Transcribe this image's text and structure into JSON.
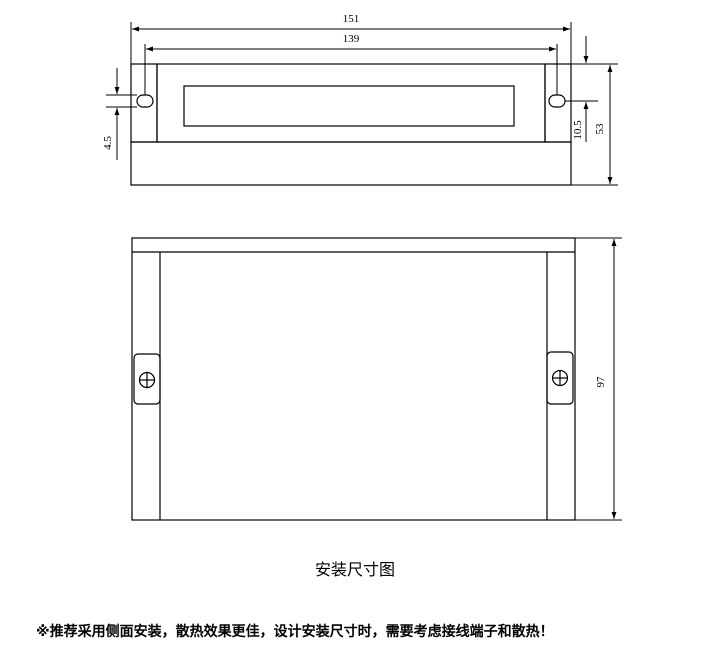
{
  "dimensions": {
    "overall_width": "151",
    "hole_spacing": "139",
    "slot_width": "4.5",
    "hole_offset": "10.5",
    "height": "53",
    "depth": "97"
  },
  "caption": "安装尺寸图",
  "note": "※推荐采用侧面安装，散热效果更佳，设计安装尺寸时，需要考虑接线端子和散热！"
}
